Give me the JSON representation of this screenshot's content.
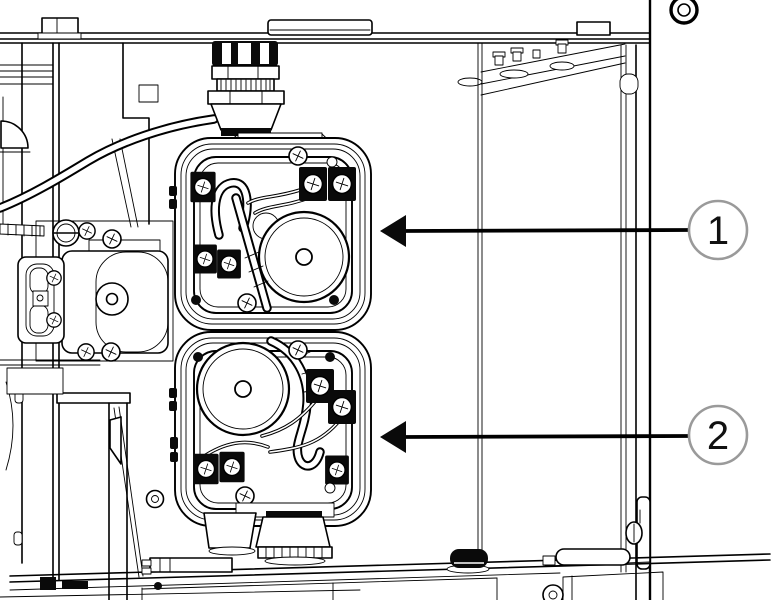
{
  "figure": {
    "kind": "technical-line-illustration",
    "subject": "Instrument interior view showing two pump modules identified by numbered callouts",
    "parts": {
      "pump_module_1": "upper pump module",
      "pump_module_2": "lower pump module",
      "cable_gland": "cable gland on top panel",
      "left_valve_assembly": "valve/motor assembly at left",
      "enclosure": "instrument enclosure frame"
    }
  },
  "palette": {
    "background": "#ffffff",
    "line": "#000000",
    "dark_fill": "#0a0a0a",
    "callout_ring": "#9a9a9a",
    "callout_text": "#111111"
  },
  "callouts": [
    {
      "label": "1",
      "target": "pump-module-1"
    },
    {
      "label": "2",
      "target": "pump-module-2"
    }
  ]
}
